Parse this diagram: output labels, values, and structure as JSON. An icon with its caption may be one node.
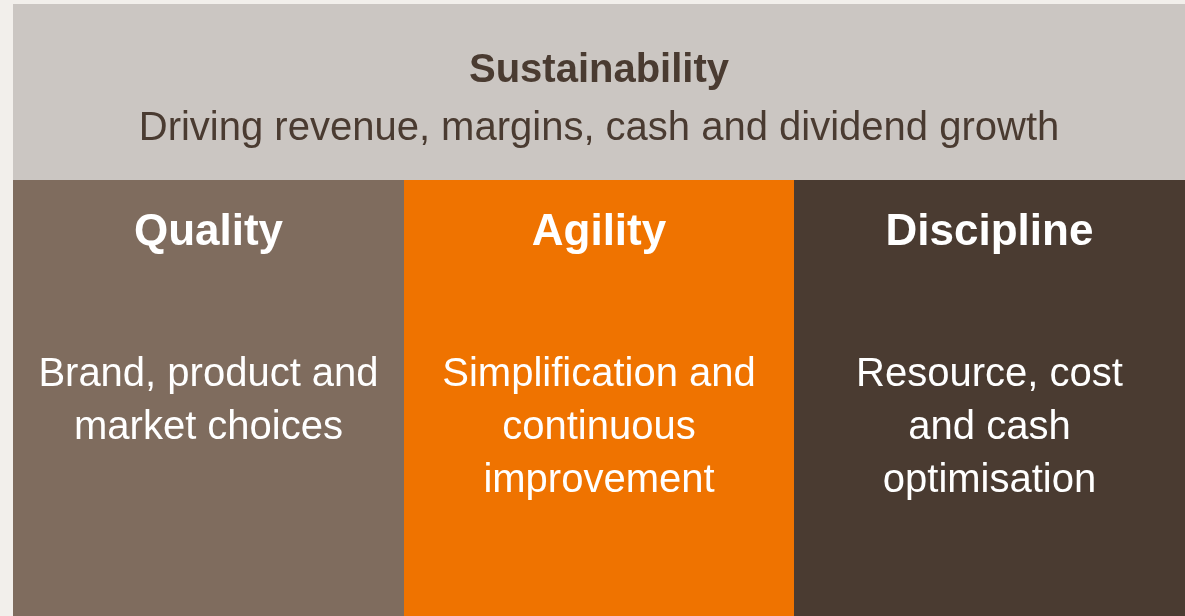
{
  "diagram": {
    "nodes": [
      {
        "text": [
          "Sustainability",
          "Driving revenue, margins, cash and dividend growth"
        ]
      },
      {
        "text": [
          "Quality",
          "Brand, product and market choices"
        ]
      },
      {
        "text": [
          "Agility",
          "Simplification and continuous improvement"
        ]
      },
      {
        "text": [
          "Discipline",
          "Resource, cost and cash optimisation"
        ]
      }
    ]
  }
}
